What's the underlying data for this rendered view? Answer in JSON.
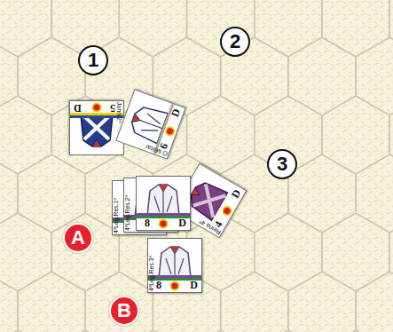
{
  "diagram": {
    "nodes": [
      {
        "text": [
          "John 2º",
          "5",
          "D"
        ]
      },
      {
        "text": [
          "O Militar",
          "6",
          "D"
        ]
      },
      {
        "text": [
          "Reina 4º",
          "4",
          "D"
        ]
      },
      {
        "text": [
          "4ºLeg.Res.1º"
        ]
      },
      {
        "text": [
          "4ºLeg.Res.2º"
        ]
      },
      {
        "text": [
          "8",
          "D"
        ]
      },
      {
        "text": [
          "4ºLeg.Res.3º",
          "8",
          "D"
        ]
      }
    ],
    "labels": [
      "1",
      "2",
      "3",
      "A",
      "B"
    ]
  }
}
